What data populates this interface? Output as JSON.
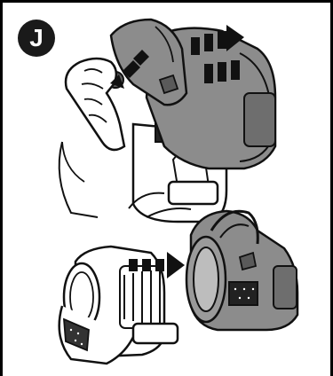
{
  "step": {
    "label": "J"
  },
  "illustration": {
    "top_panel": "hand-pressing-release-button-lifting-dust-bowl",
    "bottom_panel": "dust-bowl-detached-from-motor-unit",
    "arrow_style": "dashed-black-arrow"
  },
  "colors": {
    "frame": "#000000",
    "badge_bg": "#1a1a1a",
    "badge_text": "#ffffff",
    "bowl_gray": "#8c8c8c",
    "bowl_dark": "#5a5a5a",
    "line": "#111111"
  }
}
